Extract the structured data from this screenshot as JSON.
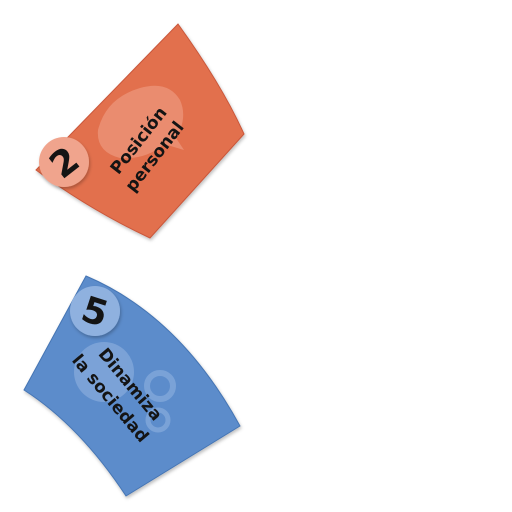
{
  "segments": [
    {
      "id": "posicion-personal",
      "number": "2",
      "lines": [
        "Posición",
        "personal"
      ],
      "icon": "speech-bubble-icon",
      "colors": {
        "fill": "#e2704e",
        "stroke": "#c9573a",
        "badge": "#f0a48d",
        "icon": "#f0a48d"
      }
    },
    {
      "id": "dinamiza-la-sociedad",
      "number": "5",
      "lines": [
        "Dinamiza",
        "la sociedad"
      ],
      "icon": "gears-globe-icon",
      "colors": {
        "fill": "#5b8ccb",
        "stroke": "#4574b3",
        "badge": "#8fb1df",
        "icon": "#8fb1df"
      }
    }
  ]
}
